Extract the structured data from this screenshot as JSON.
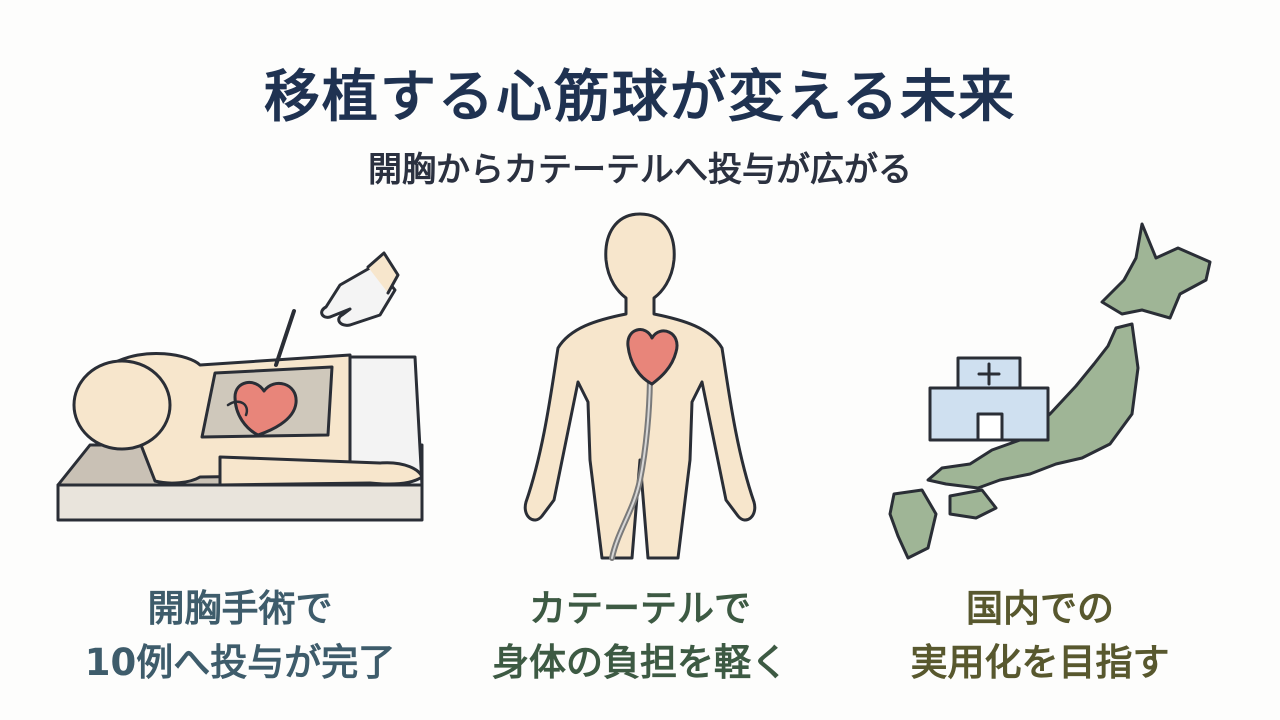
{
  "title": "移植する心筋球が変える未来",
  "subtitle": "開胸からカテーテルへ投与が広がる",
  "panels": [
    {
      "line1": "開胸手術で",
      "line2": "10例へ投与が完了",
      "icon": "open-chest-surgery"
    },
    {
      "line1": "カテーテルで",
      "line2": "身体の負担を軽く",
      "icon": "catheter-body"
    },
    {
      "line1": "国内での",
      "line2": "実用化を目指す",
      "icon": "japan-map-hospital"
    }
  ],
  "colors": {
    "title": "#1f3251",
    "caption1": "#3e5c6b",
    "caption2": "#3d5a43",
    "caption3": "#58582e",
    "heart": "#e8857a",
    "skin": "#f7e6cc",
    "map": "#9fb596",
    "hospital": "#cfe0f0"
  }
}
